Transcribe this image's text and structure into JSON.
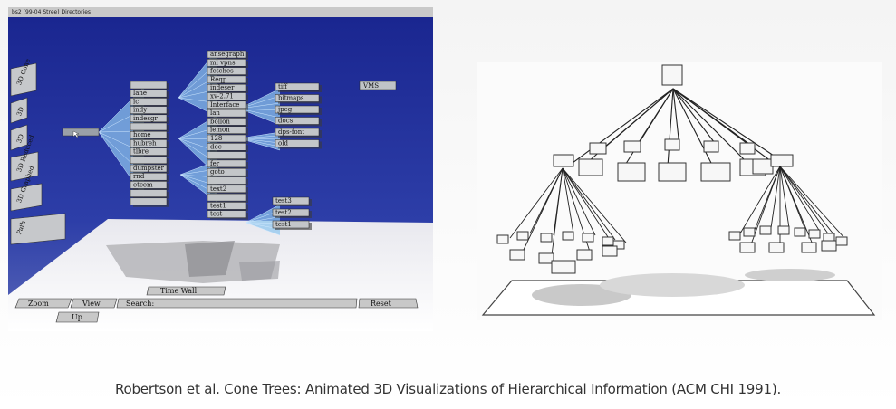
{
  "window_title": "bs2 (99-04 Stree) Directories",
  "left_panel": {
    "side_buttons": [
      "3D Cone",
      "3D",
      "3D",
      "3D Reduced",
      "3D Graphed",
      "Path"
    ],
    "bottom_buttons": {
      "zoom": "Zoom",
      "view": "View",
      "search": "Search:",
      "reset": "Reset",
      "time_wall": "Time Wall",
      "up": "Up"
    },
    "column1_labels": [
      "",
      "lane",
      "lc",
      "indy",
      "indesgr",
      "",
      "home",
      "hubreh",
      "tlbre",
      "",
      "dumpster",
      "rnd",
      "etcem",
      "",
      ""
    ],
    "column2_labels": [
      "ansegraph",
      "ml vpns",
      "fetches",
      "Reqp",
      "indeser",
      "xv-2.71",
      "Interface",
      "lan",
      "bollon",
      "lemon",
      "128",
      "doc",
      "",
      "fer",
      "goto",
      "",
      "text2",
      "",
      "test1",
      "test"
    ],
    "column3_labels": [
      "tiff",
      "bitmaps",
      "jpeg",
      "docs",
      "dps-font",
      "old"
    ],
    "column4_labels": [
      "test3",
      "test2",
      "test1"
    ],
    "vms_label": "VMS"
  },
  "caption": "Robertson et al. Cone Trees: Animated 3D Visualizations of Hierarchical Information (ACM CHI 1991)."
}
